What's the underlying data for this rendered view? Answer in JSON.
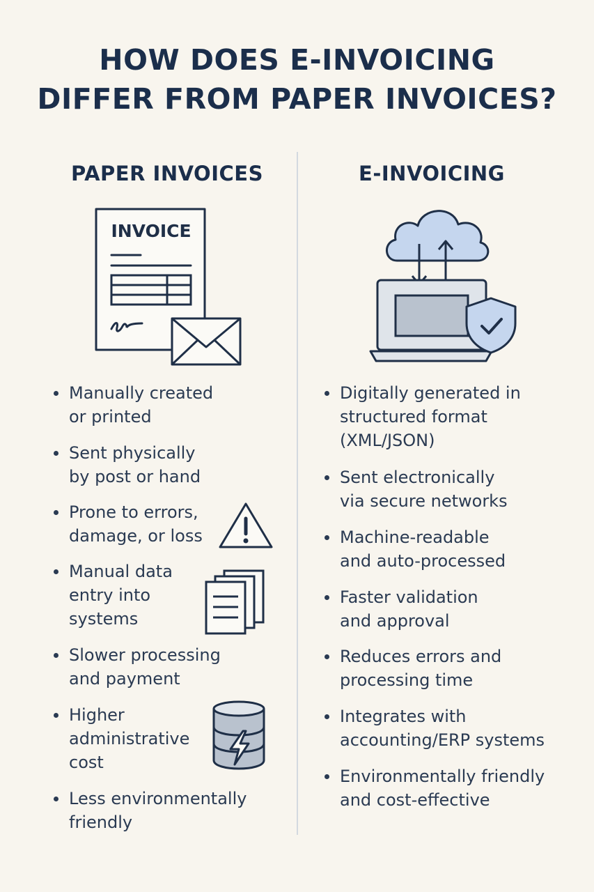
{
  "title": {
    "line1": "HOW DOES E-INVOICING",
    "line2": "DIFFER FROM PAPER INVOICES?"
  },
  "left": {
    "heading": "PAPER INVOICES",
    "document_label": "INVOICE",
    "points": [
      {
        "line1": "Manually created",
        "line2": "or printed"
      },
      {
        "line1": "Sent physically",
        "line2": "by post or hand"
      },
      {
        "line1": "Prone to errors,",
        "line2": "damage, or loss"
      },
      {
        "line1": "Manual data",
        "line2": "entry into",
        "line3": "systems"
      },
      {
        "line1": "Slower processing",
        "line2": "and payment"
      },
      {
        "line1": "Higher",
        "line2": "administrative",
        "line3": "cost"
      },
      {
        "line1": "Less environmentally",
        "line2": "friendly"
      }
    ]
  },
  "right": {
    "heading": "E-INVOICING",
    "points": [
      {
        "line1": "Digitally generated in",
        "line2": "structured format",
        "line3": "(XML/JSON)"
      },
      {
        "line1": "Sent electronically",
        "line2": "via secure networks"
      },
      {
        "line1": "Machine-readable",
        "line2": "and auto-processed"
      },
      {
        "line1": "Faster validation",
        "line2": "and approval"
      },
      {
        "line1": "Reduces errors and",
        "line2": "processing time"
      },
      {
        "line1": "Integrates with",
        "line2": "accounting/ERP systems"
      },
      {
        "line1": "Environmentally friendly",
        "line2": "and cost-effective"
      }
    ]
  },
  "icons": {
    "invoice_document": "invoice-document-icon",
    "envelope": "envelope-icon",
    "cloud": "cloud-icon",
    "laptop": "laptop-icon",
    "shield": "shield-check-icon",
    "warning": "warning-triangle-icon",
    "documents": "stacked-documents-icon",
    "database": "database-bolt-icon"
  },
  "colors": {
    "background": "#f8f5ee",
    "navy": "#1b2e4b",
    "light_blue": "#c5d6ee",
    "grey": "#b9c0c9"
  }
}
